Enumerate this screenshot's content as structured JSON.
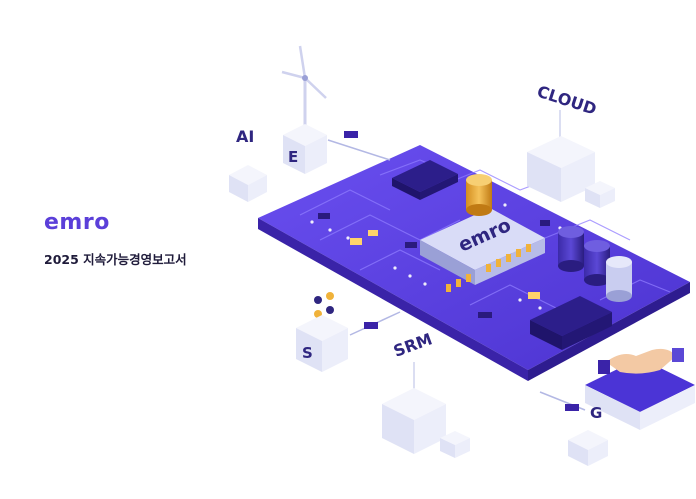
{
  "brand": {
    "logo_text": "emro"
  },
  "report": {
    "title": "2025 지속가능경영보고서"
  },
  "illustration": {
    "labels": {
      "ai": "AI",
      "cloud": "CLOUD",
      "srm": "SRM"
    },
    "chip_logo": "emro",
    "cube_letters": {
      "energy": "E",
      "social": "S",
      "governance": "G"
    }
  },
  "colors": {
    "brand_purple": "#5b3fd9",
    "board_purple": "#5a3fe0",
    "board_edge": "#3a23a8",
    "cube_light": "#eef0fb",
    "gold": "#e9a93a",
    "dark_text": "#1f1b3a"
  }
}
